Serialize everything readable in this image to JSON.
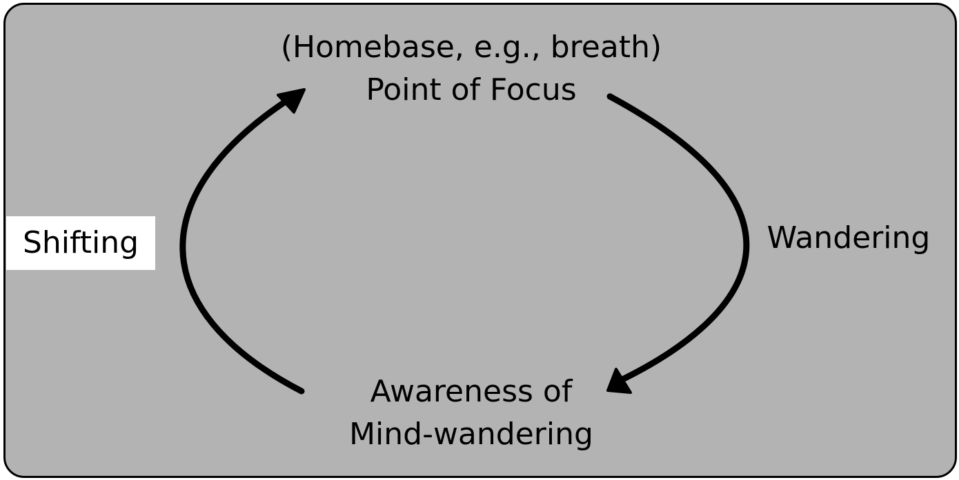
{
  "colors": {
    "frame_fill": "#b3b3b3",
    "frame_border": "#000000",
    "text": "#000000",
    "shifting_label_background": "#ffffff",
    "wandering_label_background": "#b3b3b3"
  },
  "diagram": {
    "nodes": {
      "top": {
        "line1": "(Homebase, e.g., breath)",
        "line2": "Point of Focus"
      },
      "bottom": {
        "line1": "Awareness of",
        "line2": "Mind-wandering"
      }
    },
    "edges": {
      "left": {
        "label": "Shifting",
        "from": "bottom",
        "to": "top"
      },
      "right": {
        "label": "Wandering",
        "from": "top",
        "to": "bottom"
      }
    }
  }
}
